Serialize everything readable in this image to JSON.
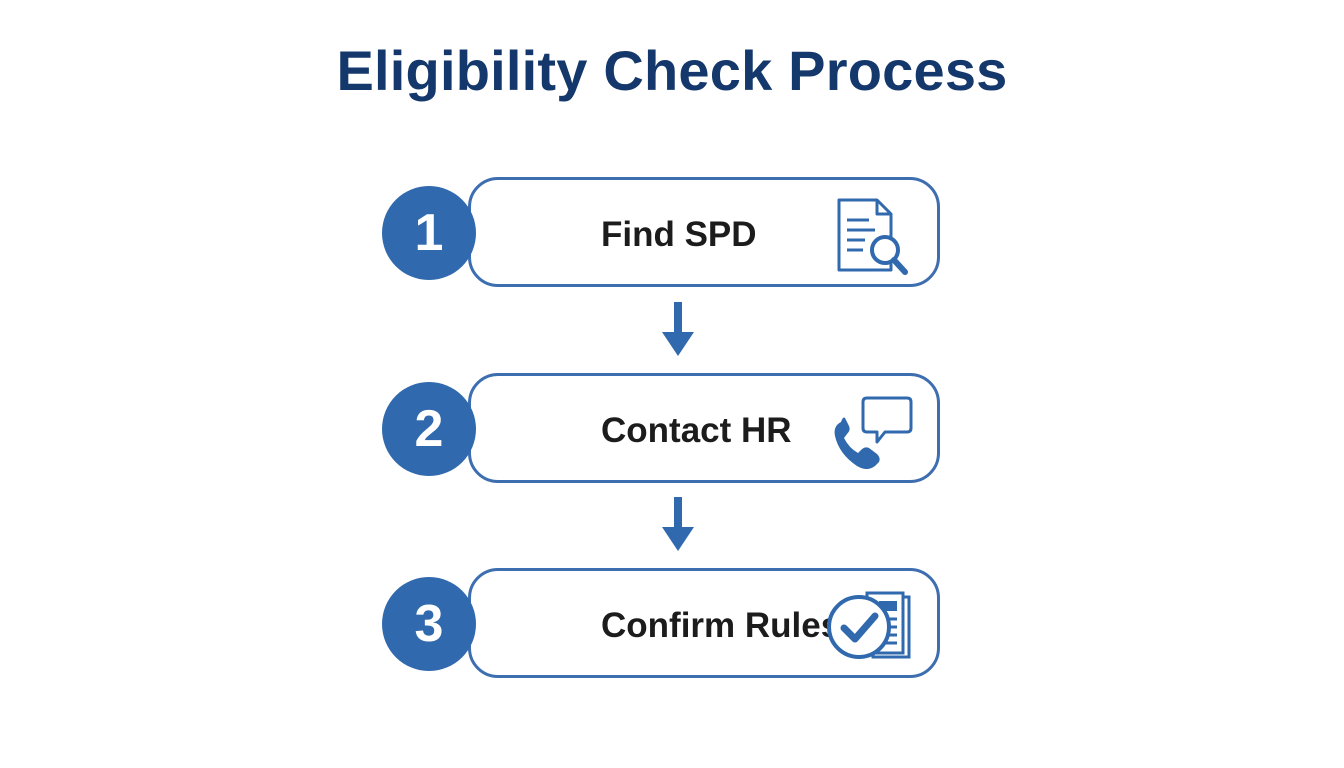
{
  "title": "Eligibility Check Process",
  "colors": {
    "title": "#14386b",
    "accent": "#3069ae",
    "border": "#3d6eb0",
    "label": "#1c1c1c",
    "background": "#ffffff"
  },
  "steps": [
    {
      "number": "1",
      "label": "Find SPD",
      "icon": "document-search-icon"
    },
    {
      "number": "2",
      "label": "Contact HR",
      "icon": "phone-chat-icon"
    },
    {
      "number": "3",
      "label": "Confirm Rules",
      "icon": "checklist-icon"
    }
  ]
}
